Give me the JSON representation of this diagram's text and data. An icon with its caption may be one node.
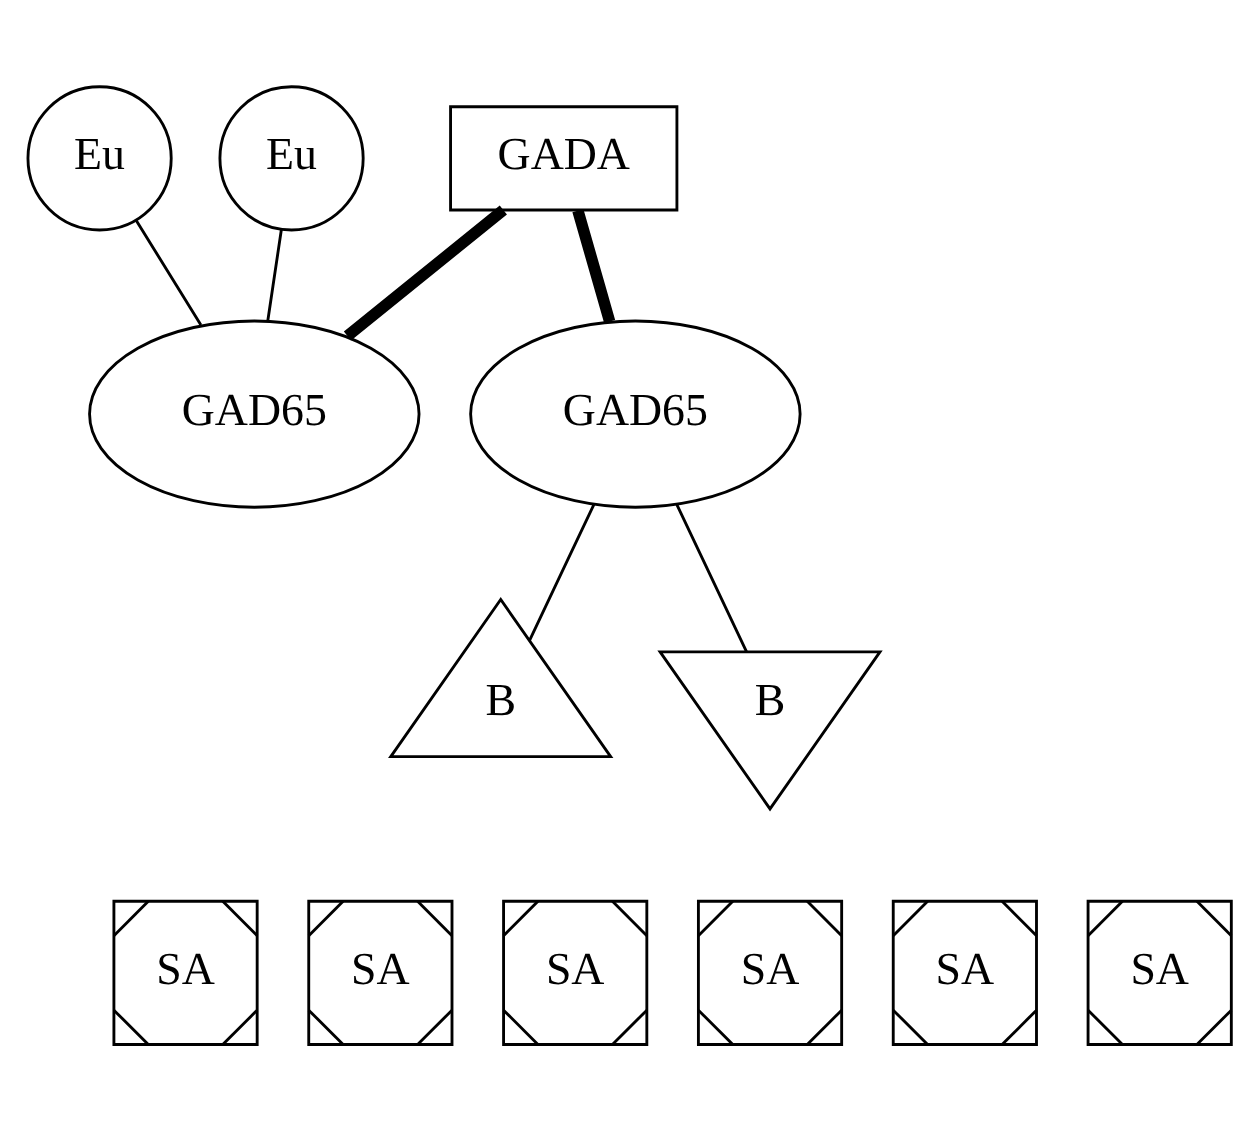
{
  "diagram": {
    "nodes": [
      {
        "text": [
          "Eu"
        ]
      },
      {
        "text": [
          "Eu"
        ]
      },
      {
        "text": [
          "GAD65"
        ]
      },
      {
        "text": [
          "GADA"
        ]
      },
      {
        "text": [
          "GAD65"
        ]
      },
      {
        "text": [
          "B"
        ]
      },
      {
        "text": [
          "B"
        ]
      },
      {
        "text": [
          "SA"
        ]
      },
      {
        "text": [
          "SA"
        ]
      },
      {
        "text": [
          "SA"
        ]
      },
      {
        "text": [
          "SA"
        ]
      },
      {
        "text": [
          "SA"
        ]
      },
      {
        "text": [
          "SA"
        ]
      }
    ],
    "edges": [
      {
        "from": 0,
        "to": 2,
        "arrow": "none"
      },
      {
        "from": 1,
        "to": 2,
        "arrow": "none"
      },
      {
        "from": 3,
        "to": 2,
        "arrow": "none",
        "style": "thick"
      },
      {
        "from": 3,
        "to": 4,
        "arrow": "none",
        "style": "thick"
      },
      {
        "from": 4,
        "to": 5,
        "arrow": "none"
      },
      {
        "from": 4,
        "to": 6,
        "arrow": "none"
      }
    ]
  }
}
